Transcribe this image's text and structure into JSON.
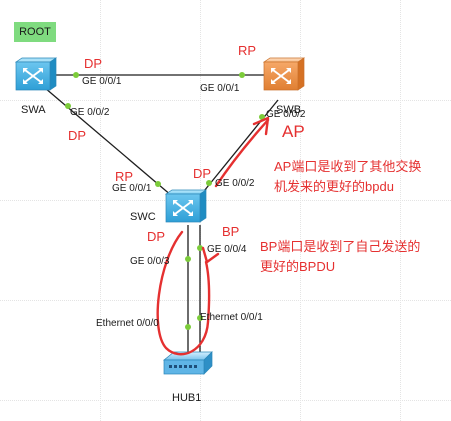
{
  "root_badge": "ROOT",
  "devices": {
    "swa": "SWA",
    "swb": "SWB",
    "swc": "SWC",
    "hub": "HUB1"
  },
  "ports": {
    "swa_g001": "GE 0/0/1",
    "swa_g002": "GE 0/0/2",
    "swb_g001": "GE 0/0/1",
    "swb_g002": "GE 0/0/2",
    "swc_g001": "GE 0/0/1",
    "swc_g002": "GE 0/0/2",
    "swc_g003": "GE 0/0/3",
    "swc_g004": "GE 0/0/4",
    "hub_e000": "Ethernet 0/0/0",
    "hub_e001": "Ethernet 0/0/1"
  },
  "roles": {
    "swa_g001": "DP",
    "swa_g002": "DP",
    "swb_g001": "RP",
    "swb_g002": "AP",
    "swc_g001": "RP",
    "swc_g002": "DP",
    "swc_g003": "DP",
    "swc_g004": "BP"
  },
  "notes": {
    "ap_line1": "AP端口是收到了其他交换",
    "ap_line2": "机发来的更好的bpdu",
    "bp_line1": "BP端口是收到了自己发送的",
    "bp_line2": "更好的BPDU"
  },
  "colors": {
    "annotation": "#e53030",
    "port_up": "#7ccc3a",
    "root_badge": "#7fdb7f",
    "switch_blue": "#49b6e8",
    "switch_orange": "#f29a52"
  }
}
